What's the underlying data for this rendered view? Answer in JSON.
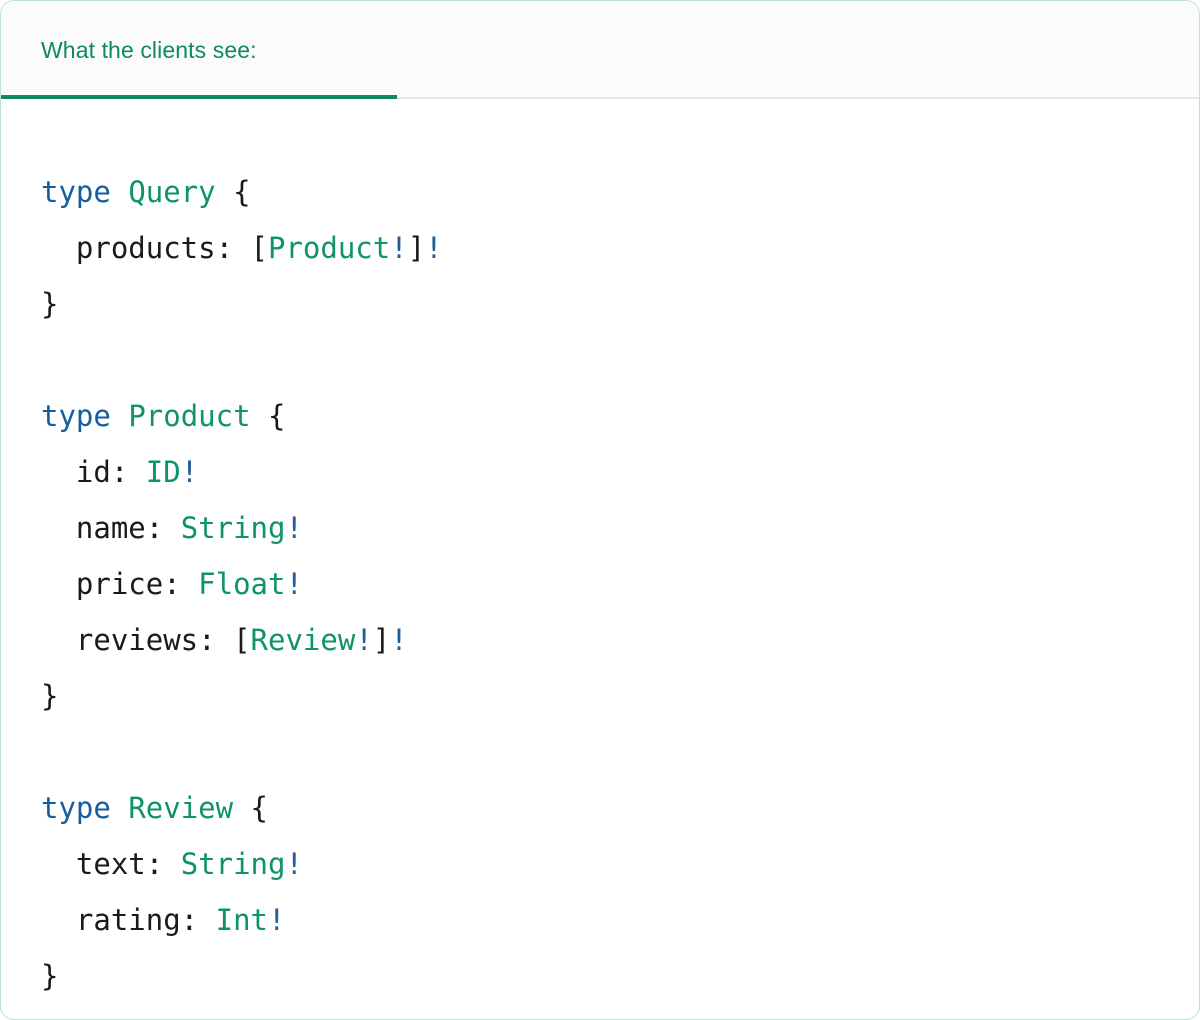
{
  "card": {
    "border_color": "#bfe0d2",
    "background": "#ffffff"
  },
  "header": {
    "background": "#fbfbfb",
    "active_tab_color": "#0e8a62",
    "rule_color": "#e6e6e6",
    "tabs": [
      {
        "label": "What the clients see:",
        "active": true
      }
    ]
  },
  "syntax_colors": {
    "keyword": "#175d9e",
    "type_name": "#0e9468",
    "non_null_bang": "#215e96",
    "punctuation": "#1a1a1a",
    "field_name": "#1a1a1a"
  },
  "code": {
    "language": "graphql",
    "lines": [
      {
        "tokens": [
          {
            "text": "type",
            "cls": "tok-kw"
          },
          {
            "text": " ",
            "cls": "tok-plain"
          },
          {
            "text": "Query",
            "cls": "tok-type"
          },
          {
            "text": " ",
            "cls": "tok-plain"
          },
          {
            "text": "{",
            "cls": "tok-punc"
          }
        ]
      },
      {
        "tokens": [
          {
            "text": "  ",
            "cls": "tok-plain"
          },
          {
            "text": "products:",
            "cls": "tok-field"
          },
          {
            "text": " ",
            "cls": "tok-plain"
          },
          {
            "text": "[",
            "cls": "tok-punc"
          },
          {
            "text": "Product",
            "cls": "tok-type"
          },
          {
            "text": "!",
            "cls": "tok-bang"
          },
          {
            "text": "]",
            "cls": "tok-punc"
          },
          {
            "text": "!",
            "cls": "tok-bang"
          }
        ]
      },
      {
        "tokens": [
          {
            "text": "}",
            "cls": "tok-punc"
          }
        ]
      },
      {
        "tokens": []
      },
      {
        "tokens": [
          {
            "text": "type",
            "cls": "tok-kw"
          },
          {
            "text": " ",
            "cls": "tok-plain"
          },
          {
            "text": "Product",
            "cls": "tok-type"
          },
          {
            "text": " ",
            "cls": "tok-plain"
          },
          {
            "text": "{",
            "cls": "tok-punc"
          }
        ]
      },
      {
        "tokens": [
          {
            "text": "  ",
            "cls": "tok-plain"
          },
          {
            "text": "id:",
            "cls": "tok-field"
          },
          {
            "text": " ",
            "cls": "tok-plain"
          },
          {
            "text": "ID",
            "cls": "tok-type"
          },
          {
            "text": "!",
            "cls": "tok-bang"
          }
        ]
      },
      {
        "tokens": [
          {
            "text": "  ",
            "cls": "tok-plain"
          },
          {
            "text": "name:",
            "cls": "tok-field"
          },
          {
            "text": " ",
            "cls": "tok-plain"
          },
          {
            "text": "String",
            "cls": "tok-type"
          },
          {
            "text": "!",
            "cls": "tok-bang"
          }
        ]
      },
      {
        "tokens": [
          {
            "text": "  ",
            "cls": "tok-plain"
          },
          {
            "text": "price:",
            "cls": "tok-field"
          },
          {
            "text": " ",
            "cls": "tok-plain"
          },
          {
            "text": "Float",
            "cls": "tok-type"
          },
          {
            "text": "!",
            "cls": "tok-bang"
          }
        ]
      },
      {
        "tokens": [
          {
            "text": "  ",
            "cls": "tok-plain"
          },
          {
            "text": "reviews:",
            "cls": "tok-field"
          },
          {
            "text": " ",
            "cls": "tok-plain"
          },
          {
            "text": "[",
            "cls": "tok-punc"
          },
          {
            "text": "Review",
            "cls": "tok-type"
          },
          {
            "text": "!",
            "cls": "tok-bang"
          },
          {
            "text": "]",
            "cls": "tok-punc"
          },
          {
            "text": "!",
            "cls": "tok-bang"
          }
        ]
      },
      {
        "tokens": [
          {
            "text": "}",
            "cls": "tok-punc"
          }
        ]
      },
      {
        "tokens": []
      },
      {
        "tokens": [
          {
            "text": "type",
            "cls": "tok-kw"
          },
          {
            "text": " ",
            "cls": "tok-plain"
          },
          {
            "text": "Review",
            "cls": "tok-type"
          },
          {
            "text": " ",
            "cls": "tok-plain"
          },
          {
            "text": "{",
            "cls": "tok-punc"
          }
        ]
      },
      {
        "tokens": [
          {
            "text": "  ",
            "cls": "tok-plain"
          },
          {
            "text": "text:",
            "cls": "tok-field"
          },
          {
            "text": " ",
            "cls": "tok-plain"
          },
          {
            "text": "String",
            "cls": "tok-type"
          },
          {
            "text": "!",
            "cls": "tok-bang"
          }
        ]
      },
      {
        "tokens": [
          {
            "text": "  ",
            "cls": "tok-plain"
          },
          {
            "text": "rating:",
            "cls": "tok-field"
          },
          {
            "text": " ",
            "cls": "tok-plain"
          },
          {
            "text": "Int",
            "cls": "tok-type"
          },
          {
            "text": "!",
            "cls": "tok-bang"
          }
        ]
      },
      {
        "tokens": [
          {
            "text": "}",
            "cls": "tok-punc"
          }
        ]
      }
    ]
  }
}
